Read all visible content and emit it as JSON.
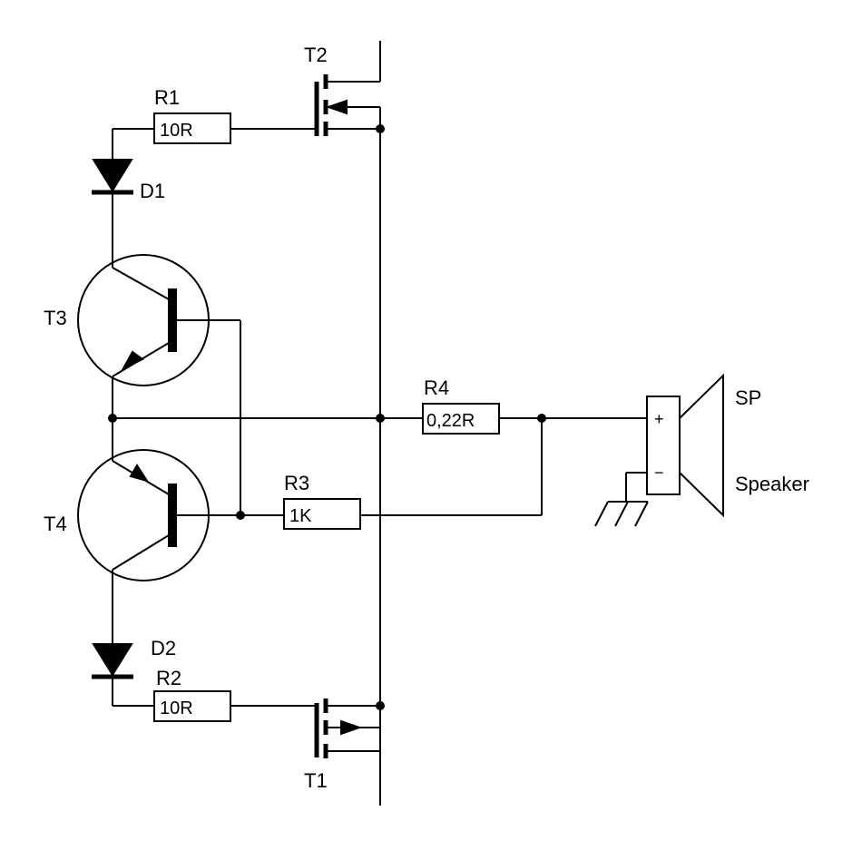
{
  "components": {
    "t2": {
      "name": "T2"
    },
    "t1": {
      "name": "T1"
    },
    "t3": {
      "name": "T3"
    },
    "t4": {
      "name": "T4"
    },
    "r1": {
      "name": "R1",
      "value": "10R"
    },
    "r2": {
      "name": "R2",
      "value": "10R"
    },
    "r3": {
      "name": "R3",
      "value": "1K"
    },
    "r4": {
      "name": "R4",
      "value": "0,22R"
    },
    "d1": {
      "name": "D1"
    },
    "d2": {
      "name": "D2"
    },
    "speaker": {
      "name": "SP",
      "label": "Speaker",
      "plus": "+",
      "minus": "−"
    }
  }
}
